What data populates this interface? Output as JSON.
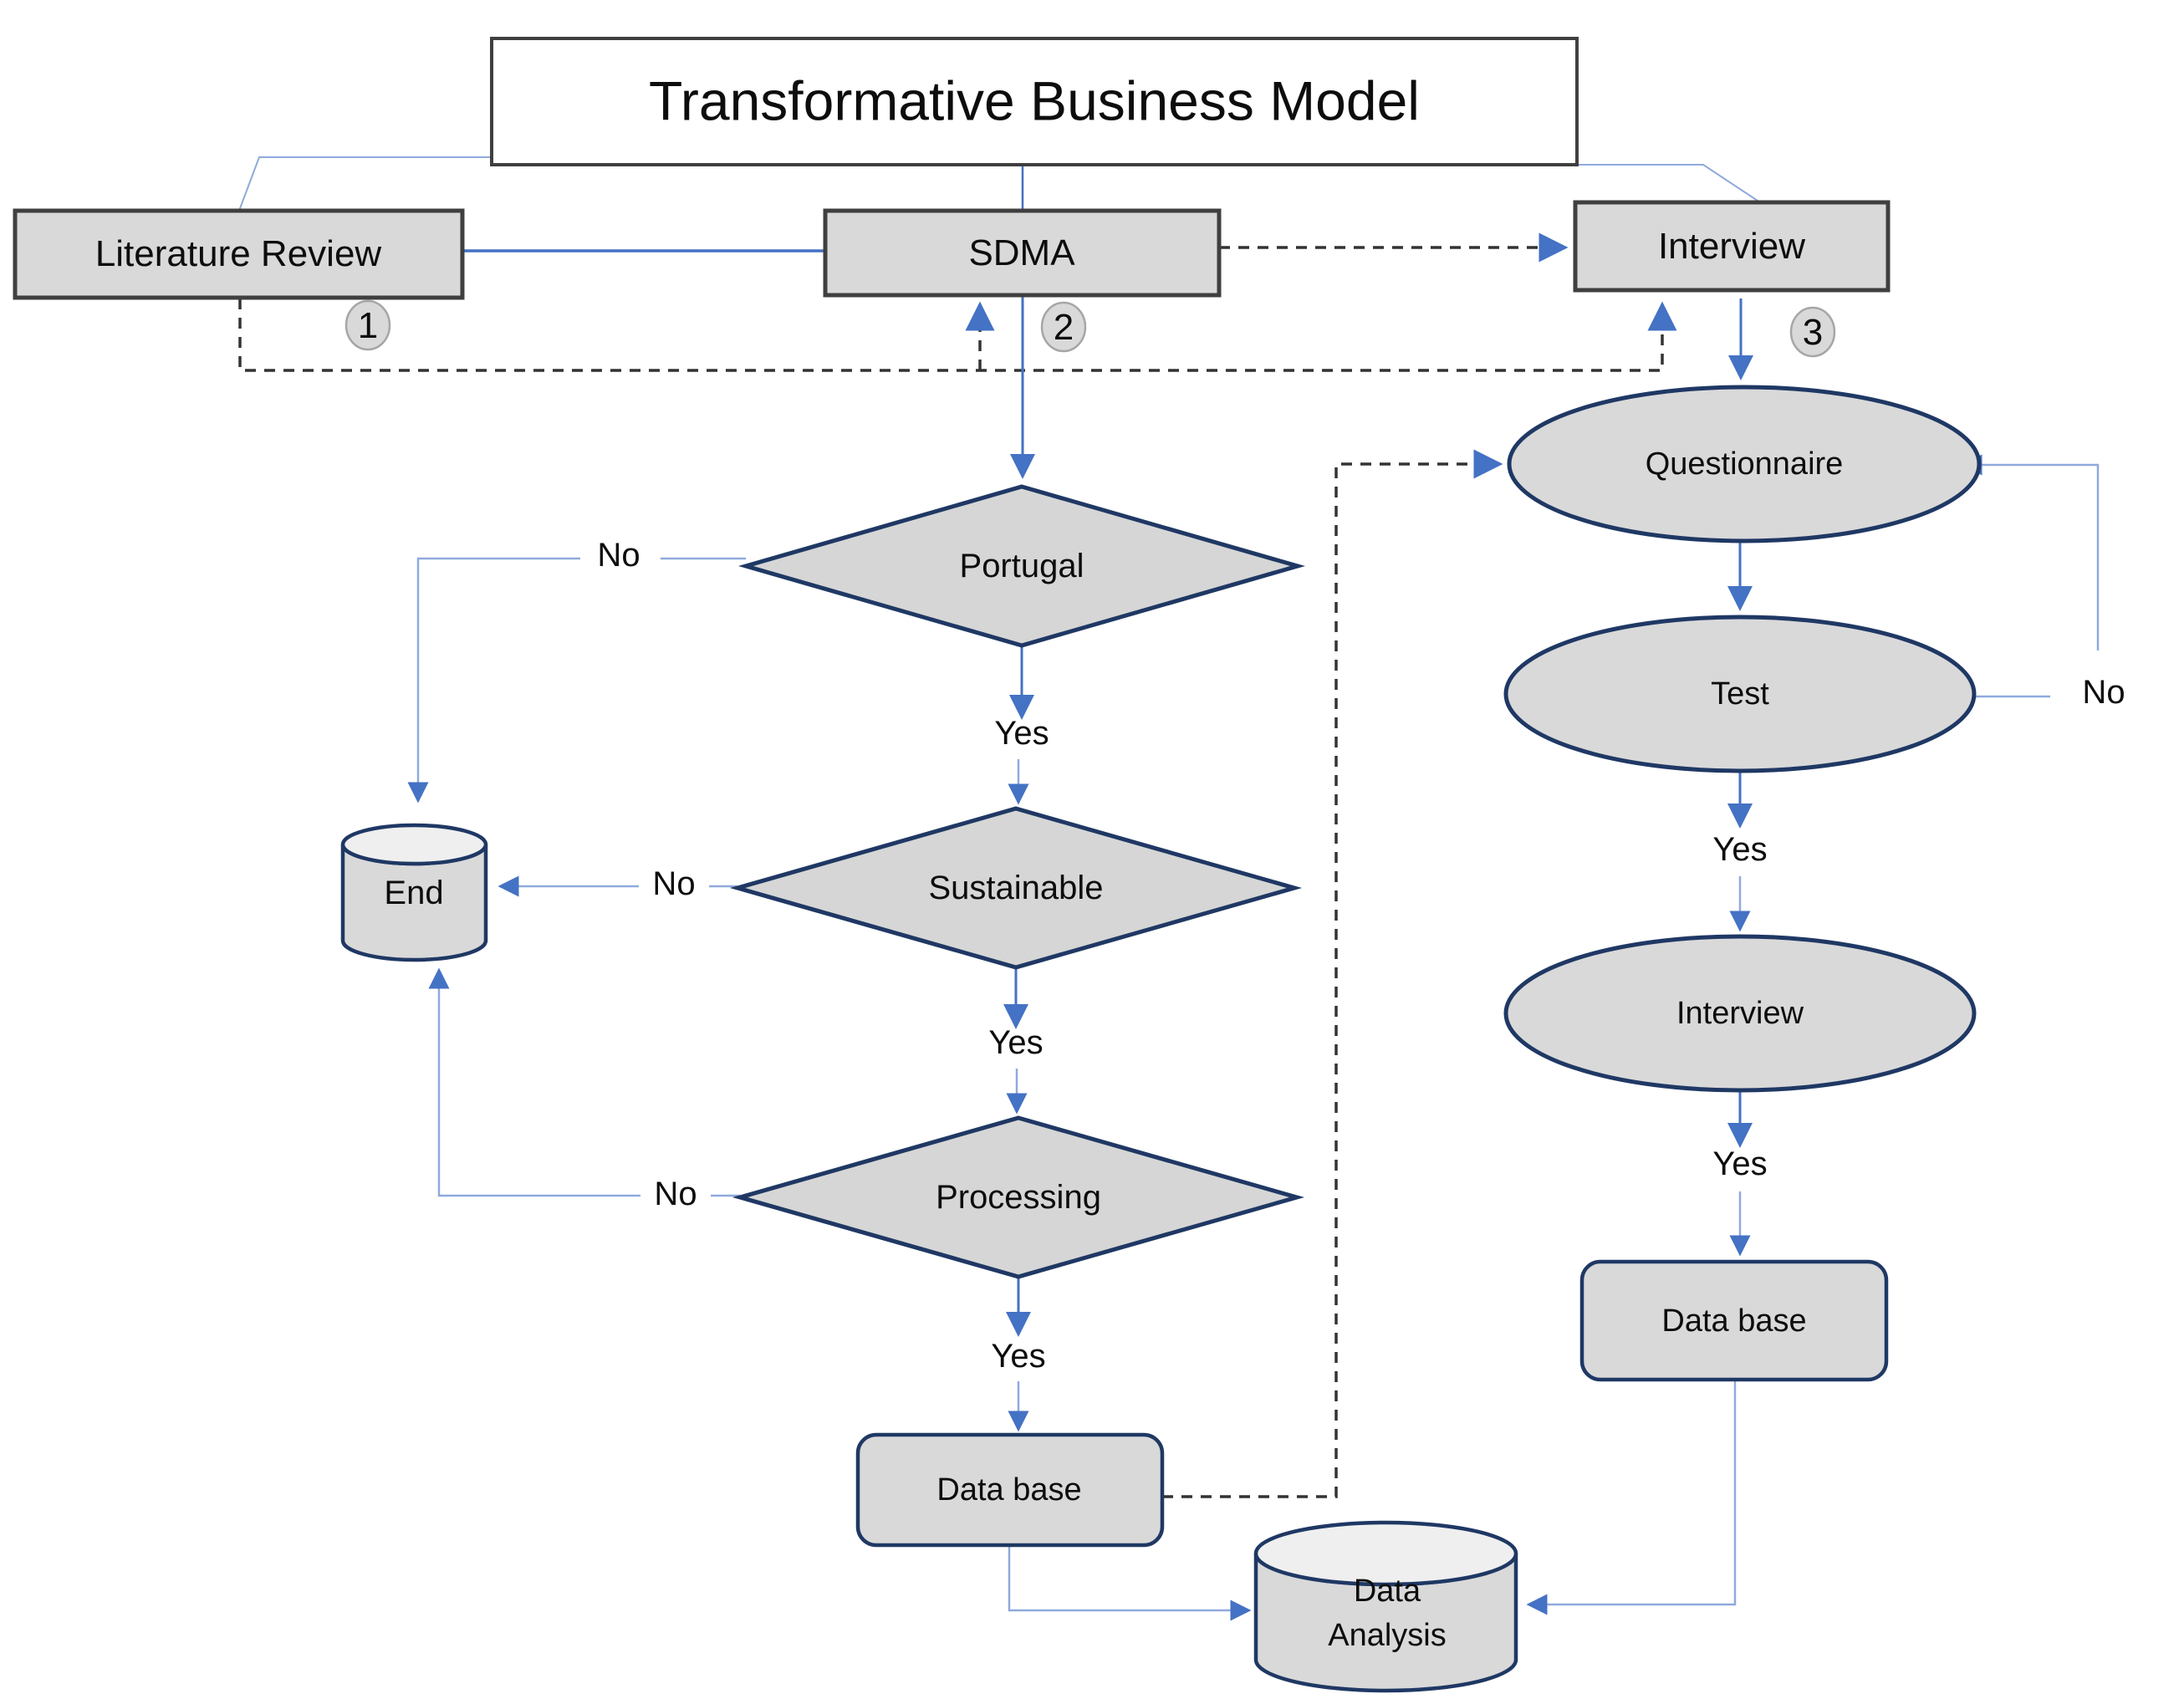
{
  "diagram": {
    "title": "Transformative Business Model",
    "top_row": {
      "literature_review": "Literature Review",
      "sdma": "SDMA",
      "interview": "Interview",
      "badge1": "1",
      "badge2": "2",
      "badge3": "3"
    },
    "decisions": {
      "portugal": "Portugal",
      "sustainable": "Sustainable",
      "processing": "Processing"
    },
    "pipeline": {
      "questionnaire": "Questionnaire",
      "test": "Test",
      "interview": "Interview"
    },
    "labels": {
      "yes": "Yes",
      "no": "No",
      "end": "End",
      "data_base": "Data base",
      "data_analysis_line1": "Data",
      "data_analysis_line2": "Analysis"
    },
    "colors": {
      "accent_blue": "#4472c4",
      "light_blue": "#8faadc",
      "shape_fill": "#d9d9d9",
      "cylinder_top_fill": "#efefef",
      "navy_border": "#1f3864",
      "box_border": "#3f3f3f",
      "dash_color": "#333333",
      "badge_border": "#a6a6a6",
      "title_fill": "#ffffff"
    }
  }
}
